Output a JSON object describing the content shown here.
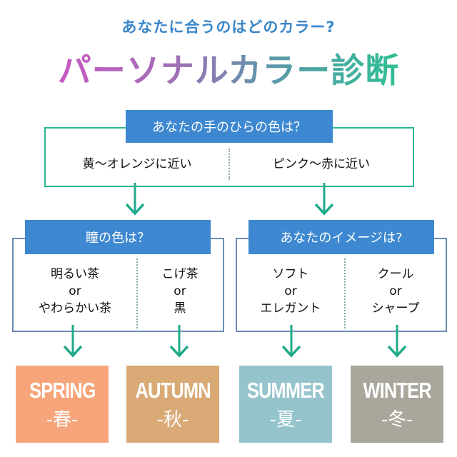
{
  "header": {
    "subtitle": "あなたに合うのはどのカラー?",
    "title": "パーソナルカラー診断"
  },
  "q1": {
    "question": "あなたの手のひらの色は？",
    "options": [
      "黄〜オレンジに近い",
      "ピンク〜赤に近い"
    ]
  },
  "q2": {
    "question": "瞳の色は？",
    "options": [
      [
        "明るい茶",
        "or",
        "やわらかい茶"
      ],
      [
        "こげ茶",
        "or",
        "黒"
      ]
    ]
  },
  "q3": {
    "question": "あなたのイメージは?",
    "options": [
      [
        "ソフト",
        "or",
        "エレガント"
      ],
      [
        "クール",
        "or",
        "シャープ"
      ]
    ]
  },
  "seasons": [
    {
      "en": "SPRING",
      "jp": "-春-",
      "color": "#f6a57a"
    },
    {
      "en": "AUTUMN",
      "jp": "-秋-",
      "color": "#d9aa76"
    },
    {
      "en": "SUMMER",
      "jp": "-夏-",
      "color": "#95c4cc"
    },
    {
      "en": "WINTER",
      "jp": "-冬-",
      "color": "#a9a69c"
    }
  ],
  "colors": {
    "accent_blue": "#3d88d0",
    "arrow_green": "#1fa98a"
  }
}
